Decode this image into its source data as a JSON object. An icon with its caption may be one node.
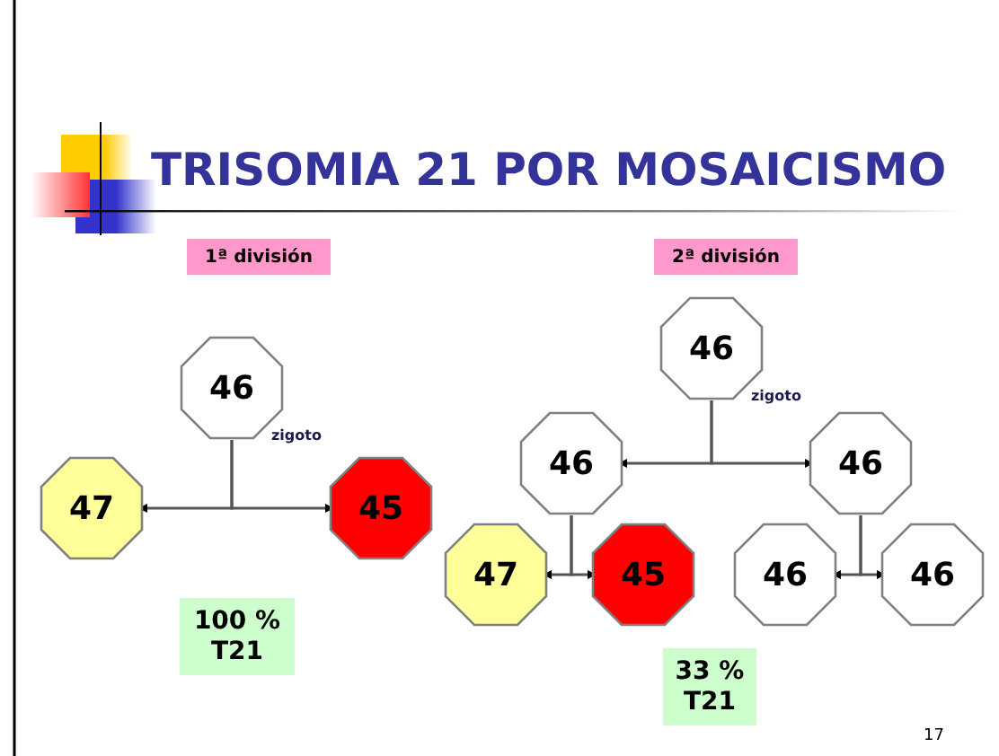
{
  "diagram": {
    "title": "TRISOMIA 21 POR MOSAICISMO",
    "nodes": [
      {
        "text": [
          "1ª división"
        ]
      },
      {
        "text": [
          "2ª división"
        ]
      },
      {
        "text": [
          "46"
        ],
        "beside": [
          "zigoto"
        ]
      },
      {
        "text": [
          "46"
        ],
        "beside": [
          "zigoto"
        ]
      },
      {
        "text": [
          "47"
        ]
      },
      {
        "text": [
          "45"
        ]
      },
      {
        "text": [
          "46"
        ]
      },
      {
        "text": [
          "46"
        ]
      },
      {
        "text": [
          "47"
        ]
      },
      {
        "text": [
          "45"
        ]
      },
      {
        "text": [
          "46"
        ]
      },
      {
        "text": [
          "46"
        ]
      },
      {
        "text": [
          "100 % T21"
        ]
      },
      {
        "text": [
          "33 % T21"
        ]
      }
    ],
    "edges": [
      {
        "from": 2,
        "to": 4,
        "arrow": "to"
      },
      {
        "from": 2,
        "to": 5,
        "arrow": "to"
      },
      {
        "from": 3,
        "to": 6,
        "arrow": "to"
      },
      {
        "from": 3,
        "to": 7,
        "arrow": "to"
      },
      {
        "from": 6,
        "to": 8,
        "arrow": "to"
      },
      {
        "from": 6,
        "to": 9,
        "arrow": "to"
      },
      {
        "from": 7,
        "to": 10,
        "arrow": "to"
      },
      {
        "from": 7,
        "to": 11,
        "arrow": "to"
      }
    ],
    "labels": [
      "17"
    ]
  }
}
